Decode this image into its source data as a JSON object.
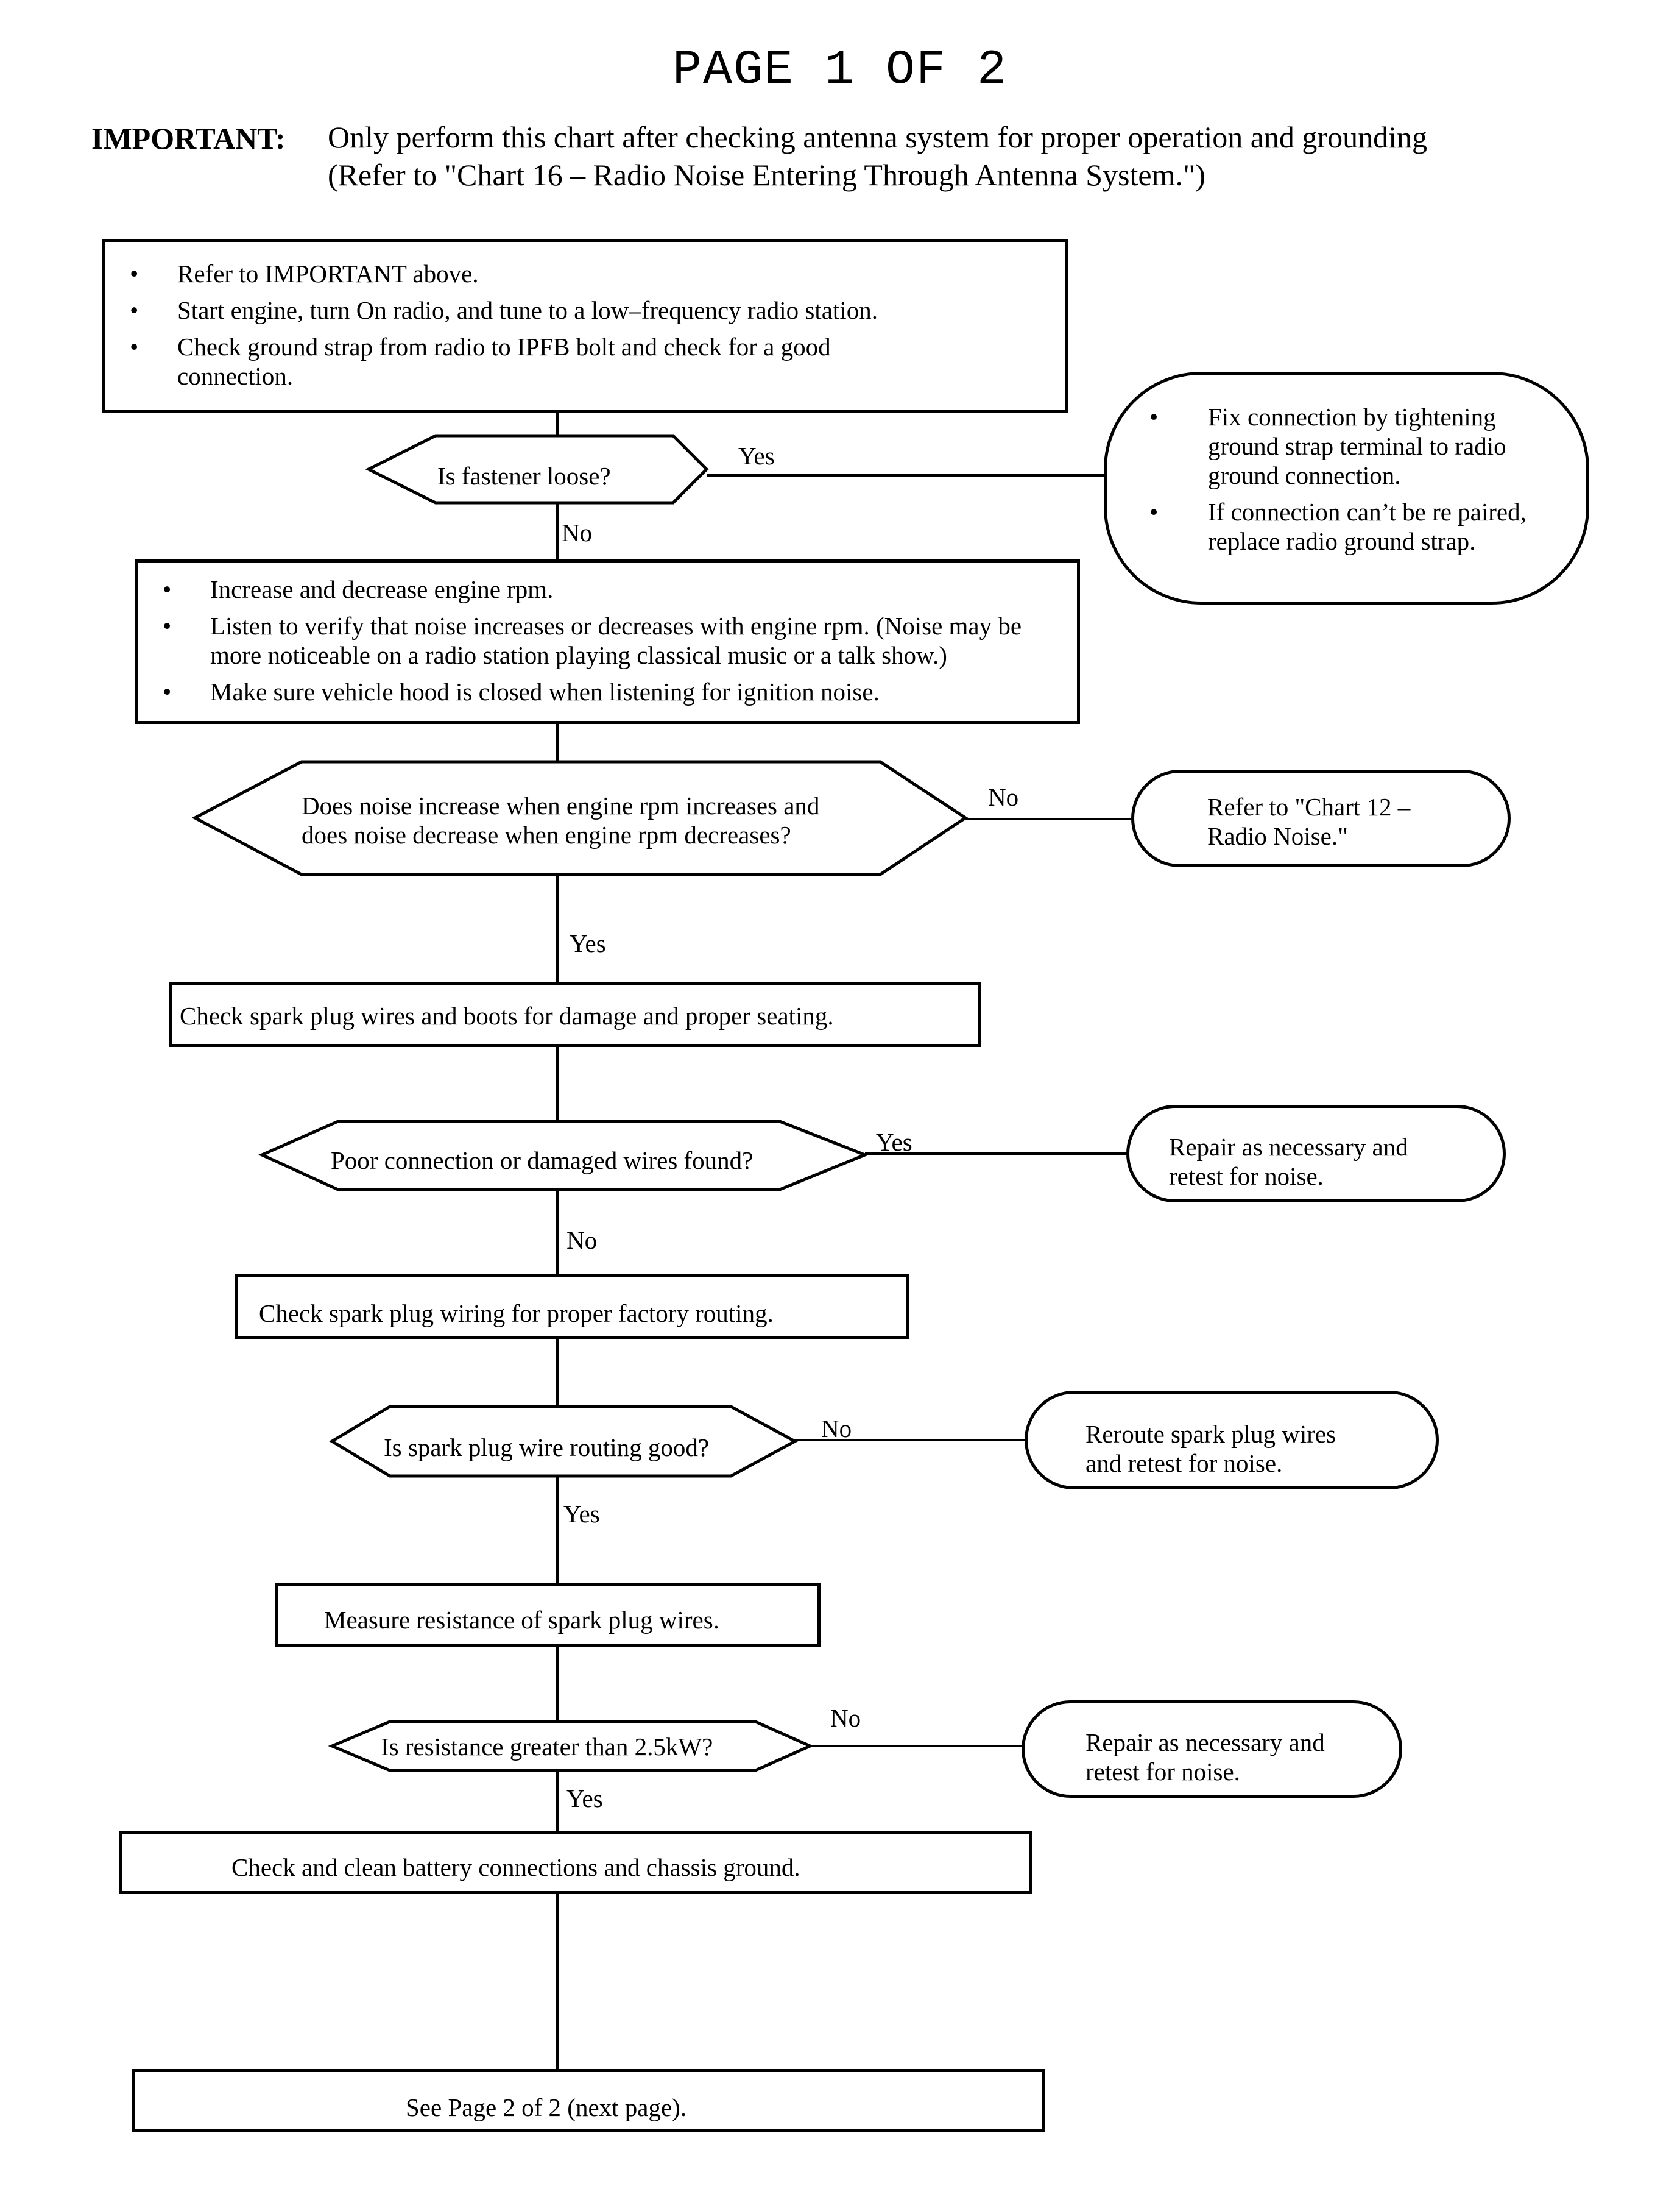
{
  "page_title": "PAGE 1 OF 2",
  "important": {
    "label": "IMPORTANT:",
    "line1": "Only perform this chart after checking antenna system for proper operation and grounding",
    "line2": "(Refer to \"Chart 16 – Radio Noise Entering Through Antenna System.\")"
  },
  "step1": {
    "bullets": [
      "Refer to IMPORTANT above.",
      "Start engine, turn On radio, and tune to a low–frequency radio station.",
      "Check ground strap from radio to IPFB bolt and check for a good connection."
    ]
  },
  "decision1": {
    "text": "Is fastener loose?",
    "yes": "Yes",
    "no": "No"
  },
  "result1": {
    "bullets": [
      "Fix connection by tightening ground strap terminal to radio ground connection.",
      "If connection can’t be re paired, replace radio ground strap."
    ]
  },
  "step2": {
    "bullets": [
      "Increase and decrease engine rpm.",
      "Listen to verify that noise increases or decreases with engine rpm. (Noise may be more noticeable on a radio station playing classical music or a talk show.)",
      "Make sure vehicle hood is closed when listening for ignition noise."
    ]
  },
  "decision2": {
    "line1": "Does noise increase when engine rpm increases and",
    "line2": "does noise decrease when engine rpm decreases?",
    "no": "No",
    "yes": "Yes"
  },
  "result2": {
    "line1": "Refer to \"Chart 12 –",
    "line2": "Radio Noise.\""
  },
  "step3": {
    "text": "Check spark plug wires and boots for damage and proper seating."
  },
  "decision3": {
    "text": "Poor connection or damaged wires found?",
    "yes": "Yes",
    "no": "No"
  },
  "result3": {
    "line1": "Repair as necessary and",
    "line2": "retest for noise."
  },
  "step4": {
    "text": "Check spark plug wiring for proper factory routing."
  },
  "decision4": {
    "text": "Is spark plug wire routing good?",
    "no": "No",
    "yes": "Yes"
  },
  "result4": {
    "line1": "Reroute spark plug wires",
    "line2": "and  retest for noise."
  },
  "step5": {
    "text": "Measure resistance of spark plug wires."
  },
  "decision5": {
    "text": "Is resistance greater than 2.5kW?",
    "no": "No",
    "yes": "Yes"
  },
  "result5": {
    "line1": "Repair as necessary and",
    "line2": "retest for noise."
  },
  "step6": {
    "text": "Check and clean battery connections and chassis ground."
  },
  "step7": {
    "text": "See Page 2 of 2 (next page)."
  }
}
